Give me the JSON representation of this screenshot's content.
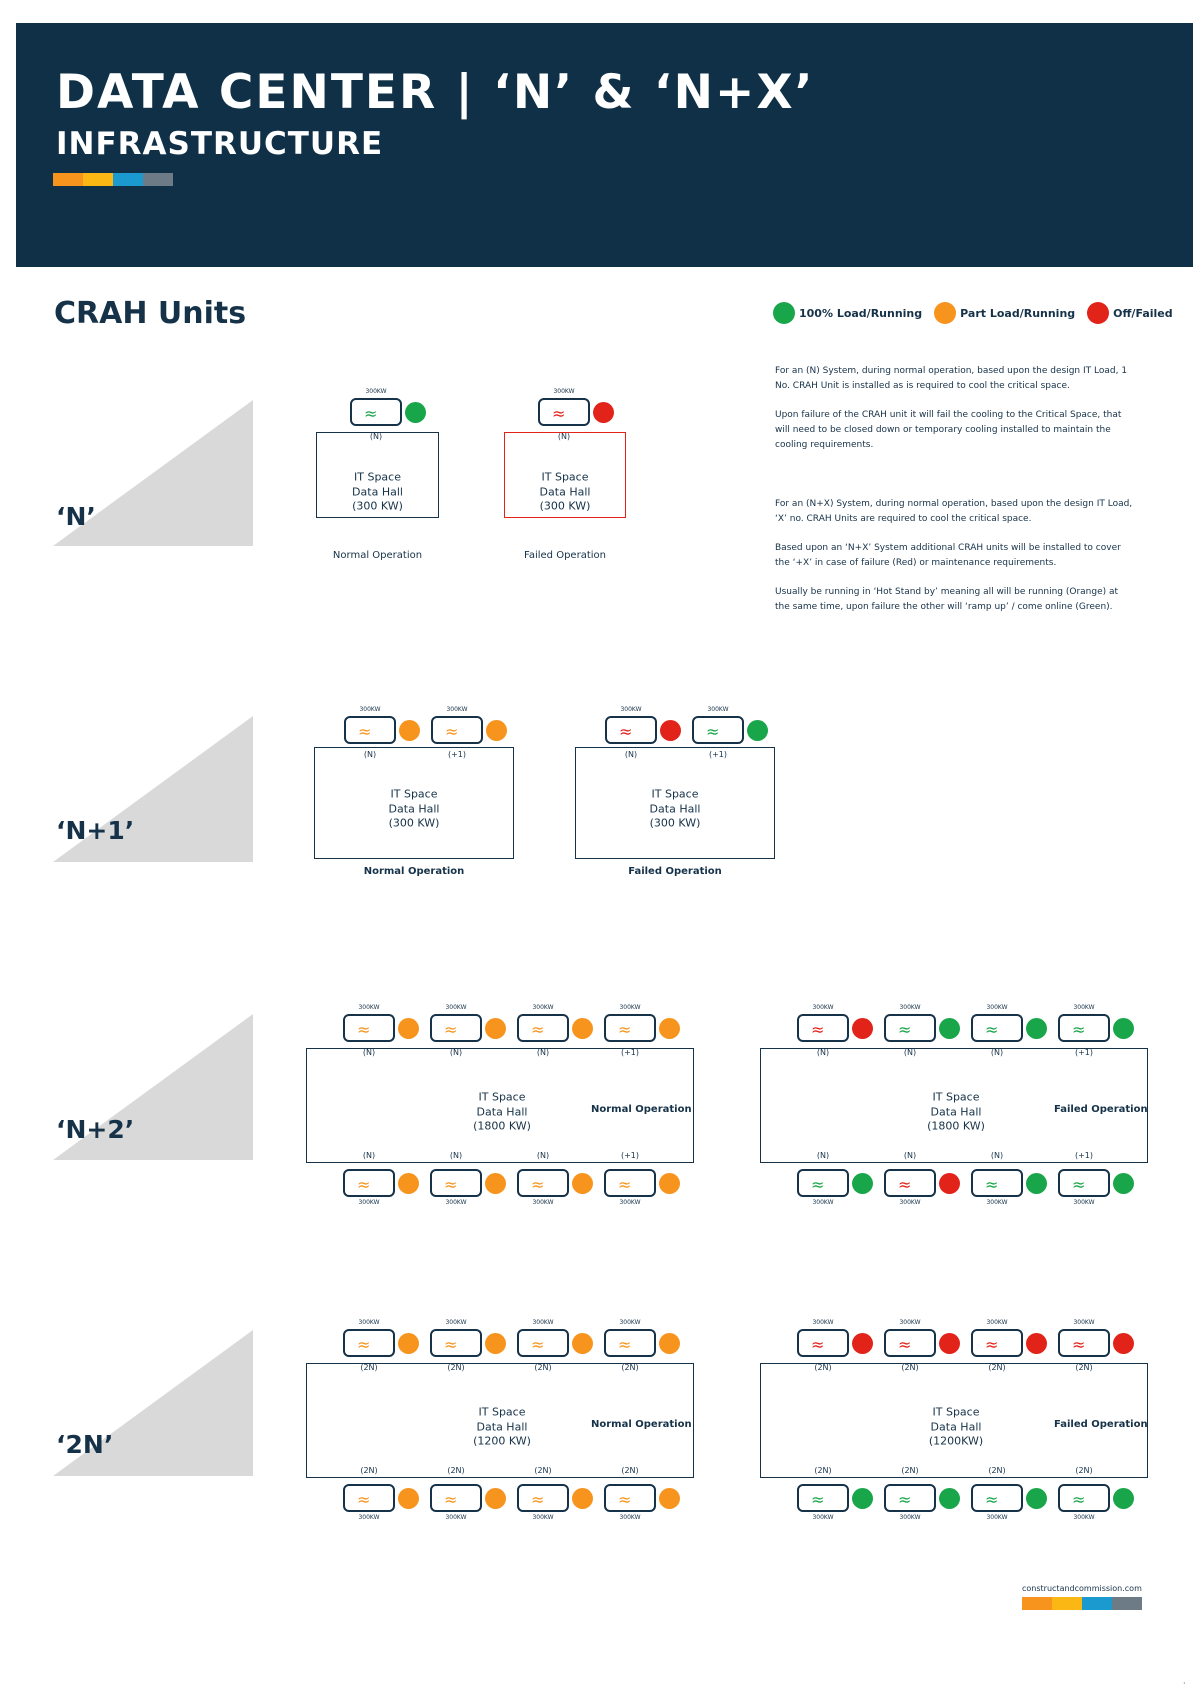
{
  "colors": {
    "navy": "#0f3047",
    "green": "#19a64a",
    "orange": "#f7941d",
    "red": "#e2231a",
    "stripe": [
      "#f7941d",
      "#fbb714",
      "#1b9ad0",
      "#6d7b86"
    ]
  },
  "header": {
    "title": "DATA CENTER | ‘N’ & ‘N+X’",
    "subtitle": "INFRASTRUCTURE"
  },
  "section_title": "CRAH Units",
  "legend": [
    {
      "label": "100% Load/Running",
      "color": "#19a64a"
    },
    {
      "label": "Part Load/Running",
      "color": "#f7941d"
    },
    {
      "label": "Off/Failed",
      "color": "#e2231a"
    }
  ],
  "description": [
    "For an (N) System, during normal operation, based upon the design IT Load, 1 No. CRAH Unit is installed as is required to cool the critical space.",
    "Upon failure of the CRAH unit it will fail the cooling to the Critical Space, that will need to be closed down or temporary cooling installed to maintain the cooling requirements.",
    "For an (N+X) System, during normal operation, based upon the design IT Load, ‘X’ no. CRAH Units are required to cool the critical space.",
    "Based upon an ‘N+X’ System additional CRAH units will be installed to cover the ‘+X’ in case of failure (Red) or maintenance requirements.",
    "Usually be running in ‘Hot Stand by’ meaning all will be running (Orange) at the same time, upon failure the other will ‘ramp up’ / come online (Green)."
  ],
  "rows": [
    {
      "label": "‘N’",
      "diagrams": [
        {
          "caption": "Normal Operation",
          "failed_hall": false,
          "hall": [
            "IT Space",
            "Data Hall",
            "(300 KW)"
          ],
          "top": [
            {
              "kw": "300KW",
              "tag": "(N)",
              "status": "green"
            }
          ]
        },
        {
          "caption": "Failed Operation",
          "failed_hall": true,
          "hall": [
            "IT Space",
            "Data Hall",
            "(300 KW)"
          ],
          "top": [
            {
              "kw": "300KW",
              "tag": "(N)",
              "status": "red"
            }
          ]
        }
      ]
    },
    {
      "label": "‘N+1’",
      "diagrams": [
        {
          "caption": "Normal Operation",
          "hall": [
            "IT Space",
            "Data Hall",
            "(300 KW)"
          ],
          "top": [
            {
              "kw": "300KW",
              "tag": "(N)",
              "status": "orange"
            },
            {
              "kw": "300KW",
              "tag": "(+1)",
              "status": "orange"
            }
          ]
        },
        {
          "caption": "Failed Operation",
          "hall": [
            "IT Space",
            "Data Hall",
            "(300 KW)"
          ],
          "top": [
            {
              "kw": "300KW",
              "tag": "(N)",
              "status": "red"
            },
            {
              "kw": "300KW",
              "tag": "(+1)",
              "status": "green"
            }
          ]
        }
      ]
    },
    {
      "label": "‘N+2’",
      "diagrams": [
        {
          "caption": "Normal Operation",
          "hall": [
            "IT Space",
            "Data Hall",
            "(1800 KW)"
          ],
          "top": [
            {
              "kw": "300KW",
              "tag": "(N)",
              "status": "orange"
            },
            {
              "kw": "300KW",
              "tag": "(N)",
              "status": "orange"
            },
            {
              "kw": "300KW",
              "tag": "(N)",
              "status": "orange"
            },
            {
              "kw": "300KW",
              "tag": "(+1)",
              "status": "orange"
            }
          ],
          "bottom": [
            {
              "kw": "300KW",
              "tag": "(N)",
              "status": "orange"
            },
            {
              "kw": "300KW",
              "tag": "(N)",
              "status": "orange"
            },
            {
              "kw": "300KW",
              "tag": "(N)",
              "status": "orange"
            },
            {
              "kw": "300KW",
              "tag": "(+1)",
              "status": "orange"
            }
          ]
        },
        {
          "caption": "Failed Operation",
          "hall": [
            "IT Space",
            "Data Hall",
            "(1800 KW)"
          ],
          "top": [
            {
              "kw": "300KW",
              "tag": "(N)",
              "status": "red"
            },
            {
              "kw": "300KW",
              "tag": "(N)",
              "status": "green"
            },
            {
              "kw": "300KW",
              "tag": "(N)",
              "status": "green"
            },
            {
              "kw": "300KW",
              "tag": "(+1)",
              "status": "green"
            }
          ],
          "bottom": [
            {
              "kw": "300KW",
              "tag": "(N)",
              "status": "green"
            },
            {
              "kw": "300KW",
              "tag": "(N)",
              "status": "red"
            },
            {
              "kw": "300KW",
              "tag": "(N)",
              "status": "green"
            },
            {
              "kw": "300KW",
              "tag": "(+1)",
              "status": "green"
            }
          ]
        }
      ]
    },
    {
      "label": "‘2N’",
      "diagrams": [
        {
          "caption": "Normal Operation",
          "hall": [
            "IT Space",
            "Data Hall",
            "(1200 KW)"
          ],
          "top": [
            {
              "kw": "300KW",
              "tag": "(2N)",
              "status": "orange"
            },
            {
              "kw": "300KW",
              "tag": "(2N)",
              "status": "orange"
            },
            {
              "kw": "300KW",
              "tag": "(2N)",
              "status": "orange"
            },
            {
              "kw": "300KW",
              "tag": "(2N)",
              "status": "orange"
            }
          ],
          "bottom": [
            {
              "kw": "300KW",
              "tag": "(2N)",
              "status": "orange"
            },
            {
              "kw": "300KW",
              "tag": "(2N)",
              "status": "orange"
            },
            {
              "kw": "300KW",
              "tag": "(2N)",
              "status": "orange"
            },
            {
              "kw": "300KW",
              "tag": "(2N)",
              "status": "orange"
            }
          ]
        },
        {
          "caption": "Failed Operation",
          "hall": [
            "IT Space",
            "Data Hall",
            "(1200KW)"
          ],
          "top": [
            {
              "kw": "300KW",
              "tag": "(2N)",
              "status": "red"
            },
            {
              "kw": "300KW",
              "tag": "(2N)",
              "status": "red"
            },
            {
              "kw": "300KW",
              "tag": "(2N)",
              "status": "red"
            },
            {
              "kw": "300KW",
              "tag": "(2N)",
              "status": "red"
            }
          ],
          "bottom": [
            {
              "kw": "300KW",
              "tag": "(2N)",
              "status": "green"
            },
            {
              "kw": "300KW",
              "tag": "(2N)",
              "status": "green"
            },
            {
              "kw": "300KW",
              "tag": "(2N)",
              "status": "green"
            },
            {
              "kw": "300KW",
              "tag": "(2N)",
              "status": "green"
            }
          ]
        }
      ]
    }
  ],
  "footer": {
    "site": "constructandcommission.com",
    "corner_mark": "·"
  }
}
